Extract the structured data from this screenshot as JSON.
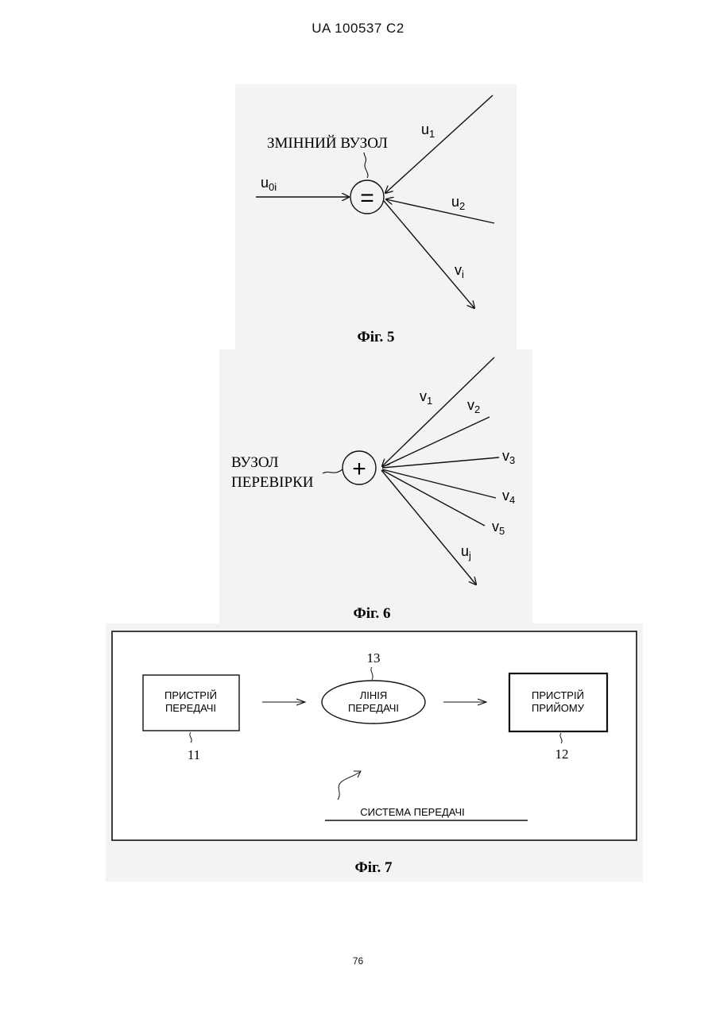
{
  "header": "UA   100537   C2",
  "page_number": "76",
  "fig5": {
    "caption": "Фіг. 5",
    "node_label": "ЗМІННИЙ ВУЗОЛ",
    "node_symbol": "=",
    "labels": {
      "u0i": "u",
      "u0i_sub": "0i",
      "u1": "u",
      "u1_sub": "1",
      "u2": "u",
      "u2_sub": "2",
      "vi": "v",
      "vi_sub": "i"
    }
  },
  "fig6": {
    "caption": "Фіг. 6",
    "node_label_1": "ВУЗОЛ",
    "node_label_2": "ПЕРЕВІРКИ",
    "node_symbol": "+",
    "labels": {
      "v1": "v",
      "v1_sub": "1",
      "v2": "v",
      "v2_sub": "2",
      "v3": "v",
      "v3_sub": "3",
      "v4": "v",
      "v4_sub": "4",
      "v5": "v",
      "v5_sub": "5",
      "uj": "u",
      "uj_sub": "j"
    }
  },
  "fig7": {
    "caption": "Фіг. 7",
    "transmitter_line1": "ПРИСТРІЙ",
    "transmitter_line2": "ПЕРЕДАЧІ",
    "transmitter_ref": "11",
    "line_line1": "ЛІНІЯ",
    "line_line2": "ПЕРЕДАЧІ",
    "line_ref": "13",
    "receiver_line1": "ПРИСТРІЙ",
    "receiver_line2": "ПРИЙОМУ",
    "receiver_ref": "12",
    "system_label": "СИСТЕМА ПЕРЕДАЧІ"
  }
}
